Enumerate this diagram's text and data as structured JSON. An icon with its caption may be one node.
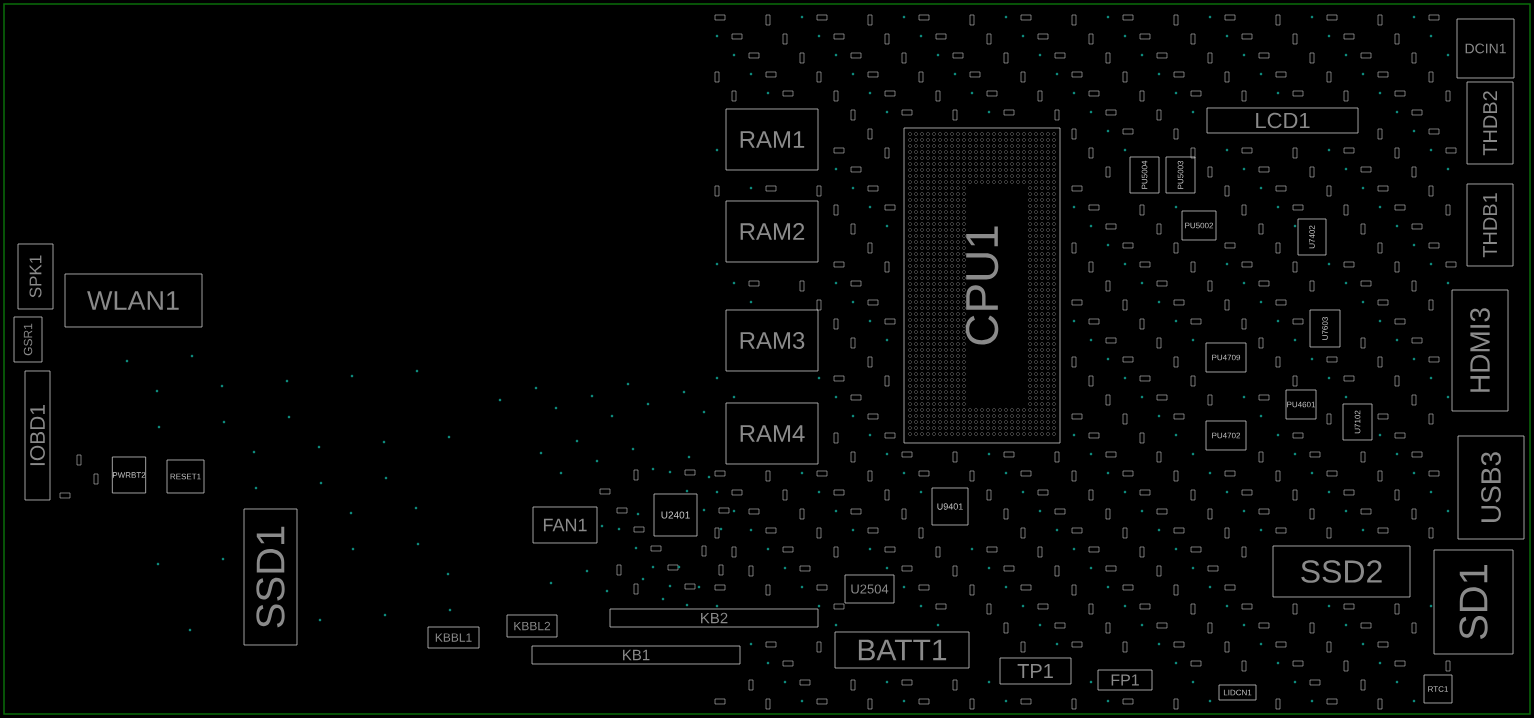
{
  "diagram": {
    "nodes": [
      {
        "text": [
          "SPK1"
        ]
      },
      {
        "text": [
          "WLAN1"
        ]
      },
      {
        "text": [
          "GSR1"
        ]
      },
      {
        "text": [
          "IOBD1"
        ]
      },
      {
        "text": [
          "PWRBT2"
        ]
      },
      {
        "text": [
          "RESET1"
        ]
      },
      {
        "text": [
          "SSD1"
        ]
      },
      {
        "text": [
          "RAM1"
        ]
      },
      {
        "text": [
          "RAM2"
        ]
      },
      {
        "text": [
          "RAM3"
        ]
      },
      {
        "text": [
          "RAM4"
        ]
      },
      {
        "text": [
          "CPU1"
        ]
      },
      {
        "text": [
          "LCD1"
        ]
      },
      {
        "text": [
          "DCIN1"
        ]
      },
      {
        "text": [
          "THDB2"
        ]
      },
      {
        "text": [
          "PU5004"
        ]
      },
      {
        "text": [
          "PU5003"
        ]
      },
      {
        "text": [
          "PU5002"
        ]
      },
      {
        "text": [
          "U7402"
        ]
      },
      {
        "text": [
          "THDB1"
        ]
      },
      {
        "text": [
          "HDMI3"
        ]
      },
      {
        "text": [
          "U7603"
        ]
      },
      {
        "text": [
          "PU4709"
        ]
      },
      {
        "text": [
          "PU4601"
        ]
      },
      {
        "text": [
          "U7102"
        ]
      },
      {
        "text": [
          "PU4702"
        ]
      },
      {
        "text": [
          "USB3"
        ]
      },
      {
        "text": [
          "FAN1"
        ]
      },
      {
        "text": [
          "U2401"
        ]
      },
      {
        "text": [
          "U9401"
        ]
      },
      {
        "text": [
          "U2504"
        ]
      },
      {
        "text": [
          "SSD2"
        ]
      },
      {
        "text": [
          "SD1"
        ]
      },
      {
        "text": [
          "KB2"
        ]
      },
      {
        "text": [
          "KBBL2"
        ]
      },
      {
        "text": [
          "KBBL1"
        ]
      },
      {
        "text": [
          "KB1"
        ]
      },
      {
        "text": [
          "BATT1"
        ]
      },
      {
        "text": [
          "TP1"
        ]
      },
      {
        "text": [
          "FP1"
        ]
      },
      {
        "text": [
          "LIDCN1"
        ]
      },
      {
        "text": [
          "RTC1"
        ]
      }
    ]
  }
}
